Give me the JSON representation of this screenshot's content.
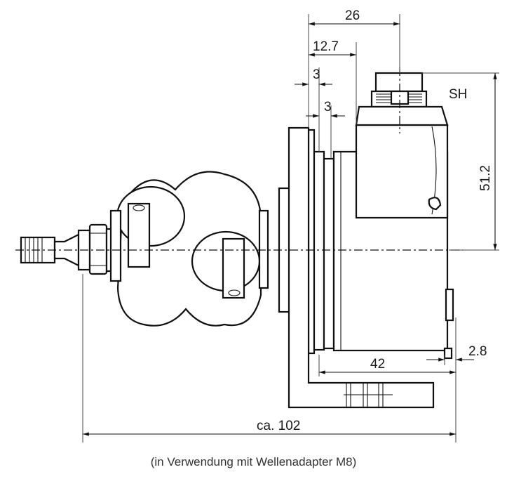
{
  "dimensions": {
    "d26": "26",
    "d12_7": "12.7",
    "d3_top": "3",
    "d3_mid": "3",
    "sh": "SH",
    "d51_2": "51.2",
    "d2_8": "2.8",
    "d42": "42",
    "d102": "ca. 102"
  },
  "caption": "(in Verwendung mit Wellenadapter M8)"
}
